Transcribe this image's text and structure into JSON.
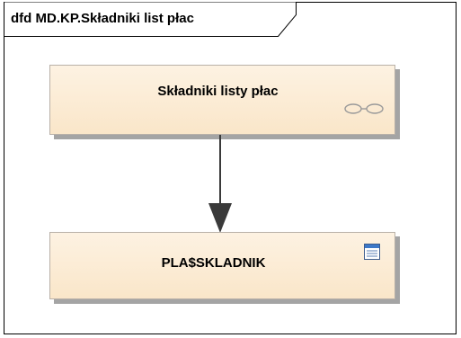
{
  "diagram": {
    "title": "dfd MD.KP.Składniki list płac"
  },
  "nodes": {
    "process": {
      "label": "Składniki listy płac",
      "icon": "link-glasses-icon"
    },
    "datastore": {
      "label": "PLA$SKLADNIK",
      "icon": "table-window-icon"
    }
  },
  "colors": {
    "node_fill_top": "#fdf2e2",
    "node_fill_bottom": "#fae6c9",
    "shadow": "#a4a4a4",
    "icon_blue": "#3c78c8"
  }
}
